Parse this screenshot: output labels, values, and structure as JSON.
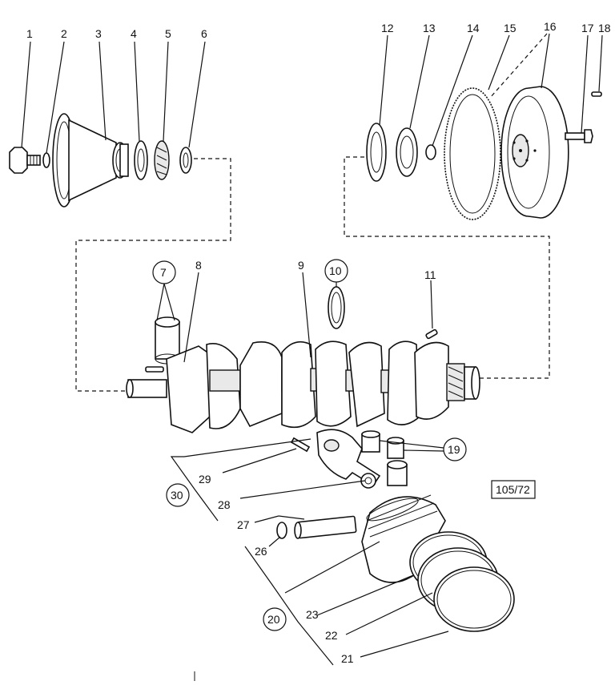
{
  "reference_code": "105/72",
  "callouts": {
    "c1": "1",
    "c2": "2",
    "c3": "3",
    "c4": "4",
    "c5": "5",
    "c6": "6",
    "c7": "7",
    "c8": "8",
    "c9": "9",
    "c10": "10",
    "c11": "11",
    "c12": "12",
    "c13": "13",
    "c14": "14",
    "c15": "15",
    "c16": "16",
    "c17": "17",
    "c18": "18",
    "c19": "19",
    "c20": "20",
    "c21": "21",
    "c22": "22",
    "c23": "23",
    "c26": "26",
    "c27": "27",
    "c28": "28",
    "c29": "29",
    "c30": "30"
  }
}
